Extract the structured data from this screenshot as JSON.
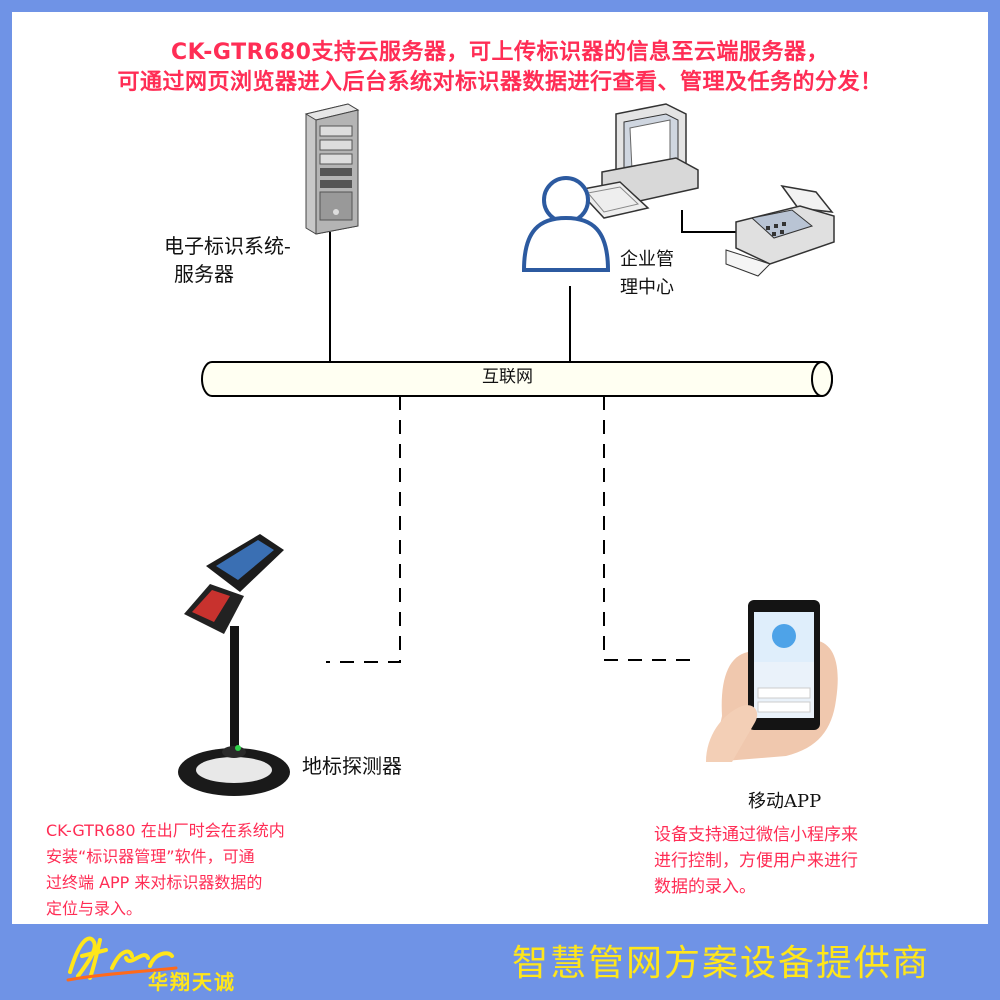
{
  "header": {
    "line1": "CK-GTR680支持云服务器，可上传标识器的信息至云端服务器，",
    "line2": "可通过网页浏览器进入后台系统对标识器数据进行查看、管理及任务的分发！"
  },
  "nodes": {
    "server": {
      "line1": "电子标识系统-",
      "line2": "服务器",
      "icon": "server-tower-icon"
    },
    "enterprise": {
      "line1": "企业管",
      "line2": "理中心",
      "icon": "workstation-user-icon"
    },
    "fax": {
      "icon": "fax-machine-icon"
    },
    "internet": {
      "label": "互联网"
    },
    "detector": {
      "label": "地标探测器",
      "icon": "marker-detector-device-icon"
    },
    "mobile": {
      "label": "移动APP",
      "icon": "hand-smartphone-icon"
    }
  },
  "notes": {
    "detector": [
      "CK-GTR680 在出厂时会在系统内",
      "安装“标识器管理”软件，可通",
      "过终端 APP 来对标识器数据的",
      "定位与录入。"
    ],
    "mobile": [
      "设备支持通过微信小程序来",
      "进行控制，方便用户来进行",
      "数据的录入。"
    ]
  },
  "footer": {
    "logo_cn": "华翔天诚",
    "slogan": "智慧管网方案设备提供商"
  },
  "colors": {
    "accent_text": "#ff2d55",
    "footer_bg": "#6f93e6",
    "footer_text": "#ffe61a"
  }
}
